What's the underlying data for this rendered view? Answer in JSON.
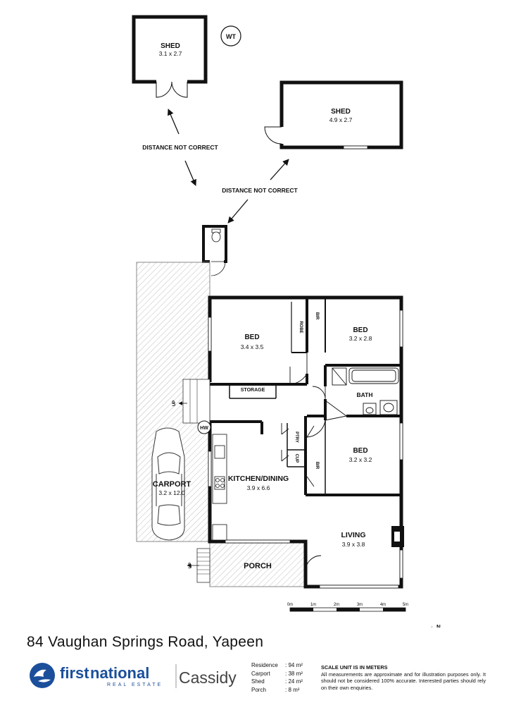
{
  "shed1": {
    "label": "SHED",
    "dims": "3.1 x 2.7"
  },
  "shed2": {
    "label": "SHED",
    "dims": "4.9 x 2.7"
  },
  "wt": "WT",
  "distance1": "DISTANCE NOT CORRECT",
  "distance2": "DISTANCE NOT CORRECT",
  "rooms": {
    "bed1": {
      "label": "BED",
      "dims": "3.4 x 3.5"
    },
    "bed2": {
      "label": "BED",
      "dims": "3.2 x 2.8"
    },
    "bed3": {
      "label": "BED",
      "dims": "3.2 x 3.2"
    },
    "robe": "ROBE",
    "bir1": "BIR",
    "bir2": "BIR",
    "bath": "BATH",
    "storage": "STORAGE",
    "ptry": "PTRY",
    "cup": "CUP",
    "kitchen": {
      "label": "KITCHEN/DINING",
      "dims": "3.9 x 6.6"
    },
    "living": {
      "label": "LIVING",
      "dims": "3.9 x 3.8"
    },
    "porch": "PORCH",
    "carport": {
      "label": "CARPORT",
      "dims": "3.2 x 12.0"
    },
    "hw": "HW",
    "up1": "UP",
    "up2": "UP"
  },
  "scale": {
    "ticks": [
      "0m",
      "1m",
      "2m",
      "3m",
      "4m",
      "5m"
    ]
  },
  "north": "N",
  "address": "84 Vaughan Springs Road, Yapeen",
  "brand": {
    "first": "first",
    "national": "national",
    "realestate": "REAL ESTATE",
    "office": "Cassidy",
    "color": "#1b4f9b"
  },
  "areas": [
    {
      "label": "Residence",
      "value": ": 94 m²"
    },
    {
      "label": "Carport",
      "value": ": 38 m²"
    },
    {
      "label": "Shed",
      "value": ": 24 m²"
    },
    {
      "label": "Porch",
      "value": ": 8 m²"
    }
  ],
  "disclaimer": {
    "title": "SCALE UNIT IS IN METERS",
    "text": "All measurements are approximate and for illustration purposes only. It should not be considered 100% accurate. Interested parties should rely on their own enquiries."
  }
}
